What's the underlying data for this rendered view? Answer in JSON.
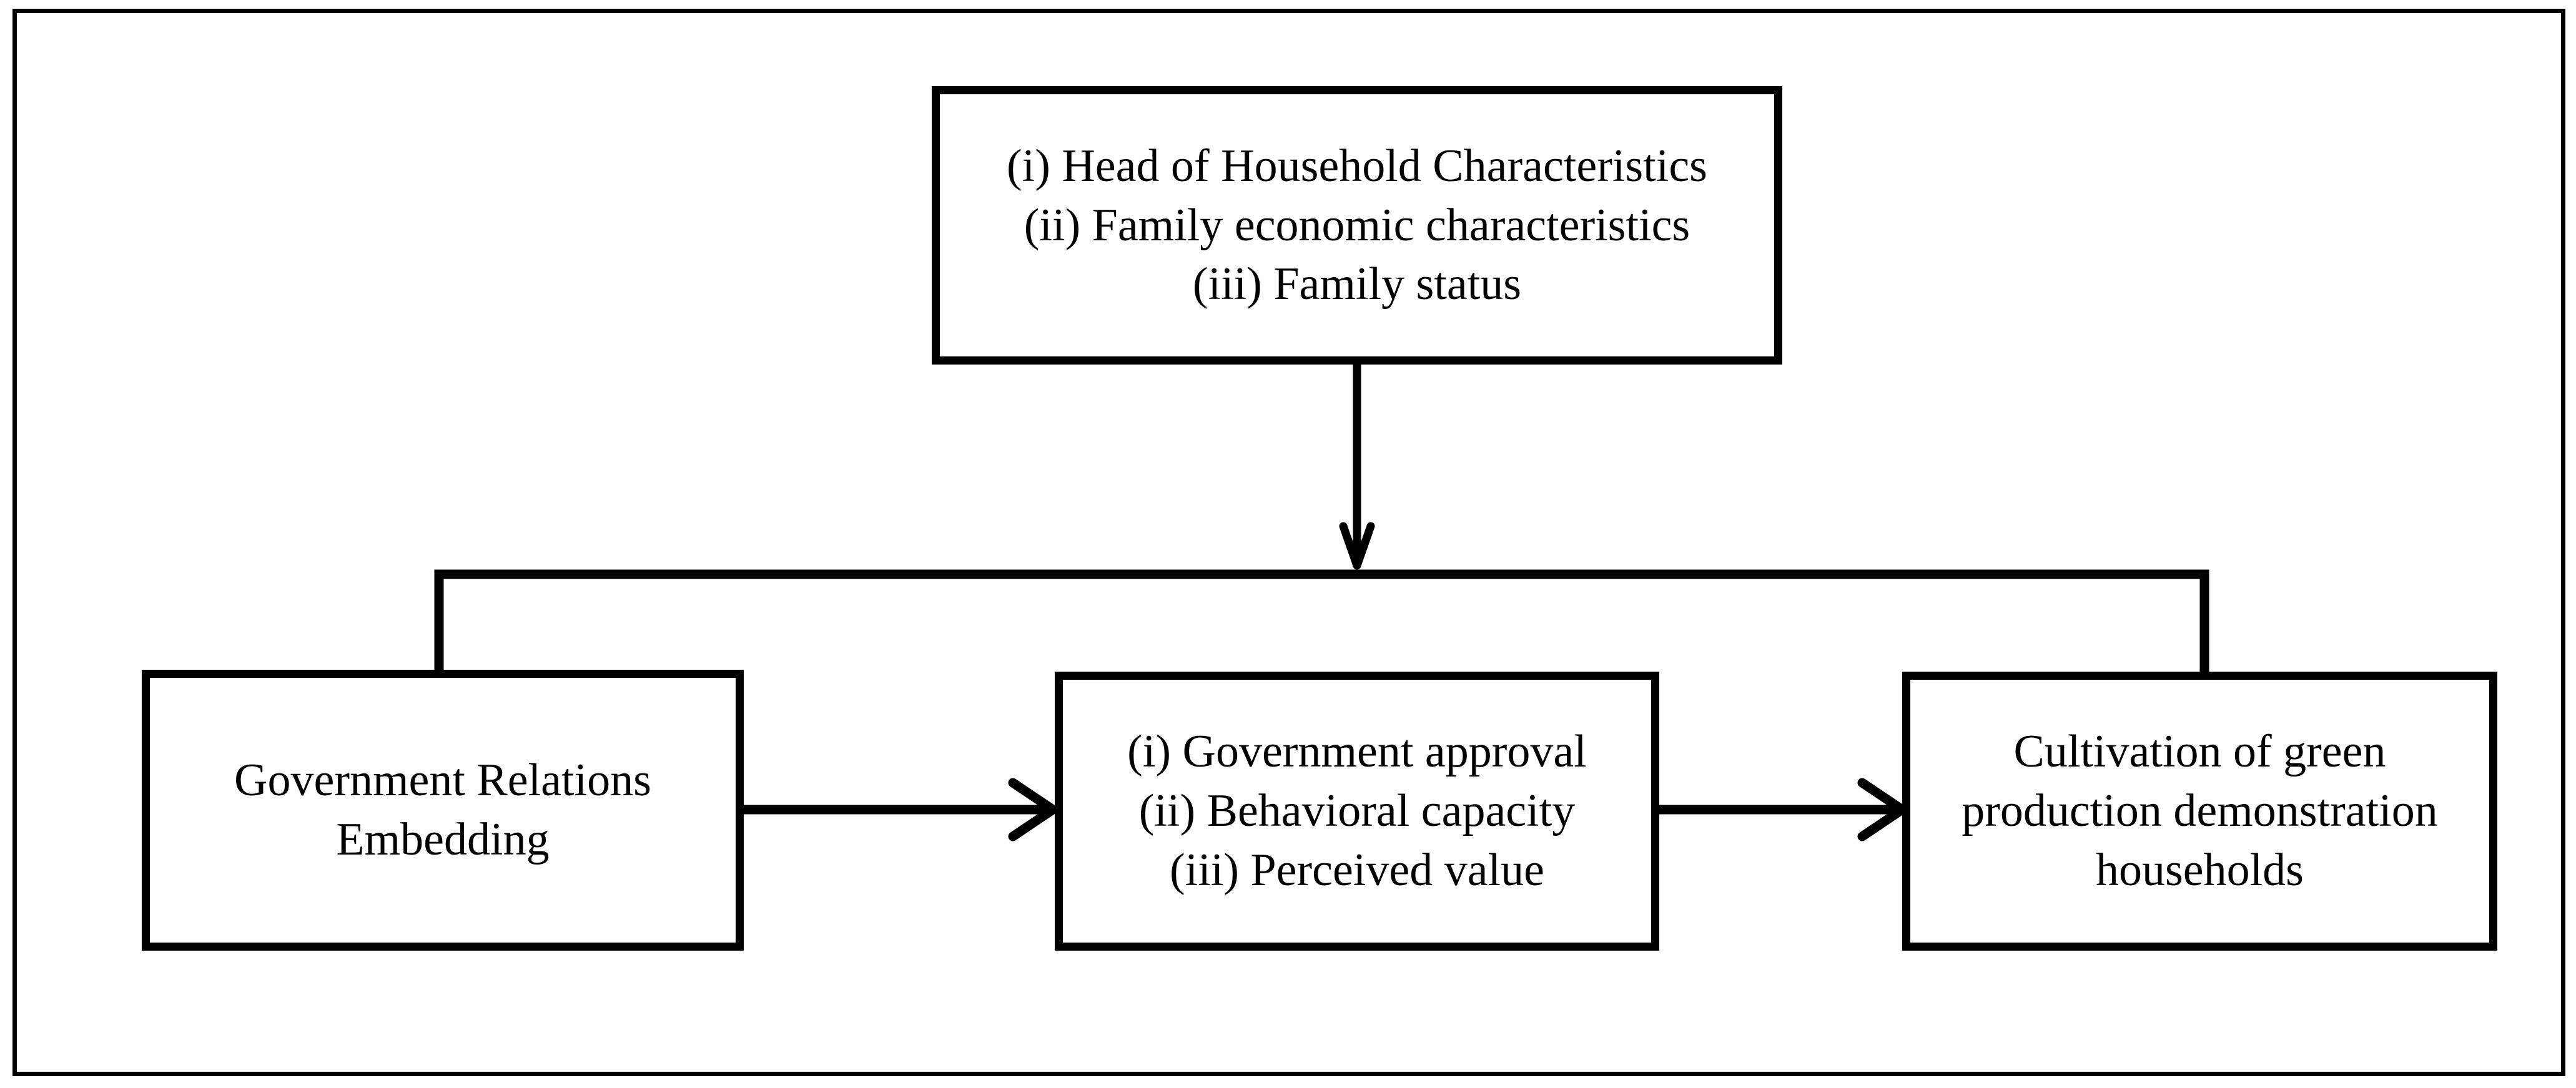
{
  "diagram": {
    "boxes": {
      "household": {
        "lines": [
          "(i) Head of Household Characteristics",
          "(ii) Family economic characteristics",
          "(iii) Family status"
        ]
      },
      "government_relations": {
        "lines": [
          "Government Relations",
          "Embedding"
        ]
      },
      "mediators": {
        "lines": [
          "(i) Government approval",
          "(ii) Behavioral capacity",
          "(iii) Perceived value"
        ]
      },
      "outcome": {
        "lines": [
          "Cultivation of green",
          "production demonstration",
          "households"
        ]
      }
    },
    "colors": {
      "line": "#000000",
      "text": "#000000",
      "background": "#ffffff"
    }
  }
}
